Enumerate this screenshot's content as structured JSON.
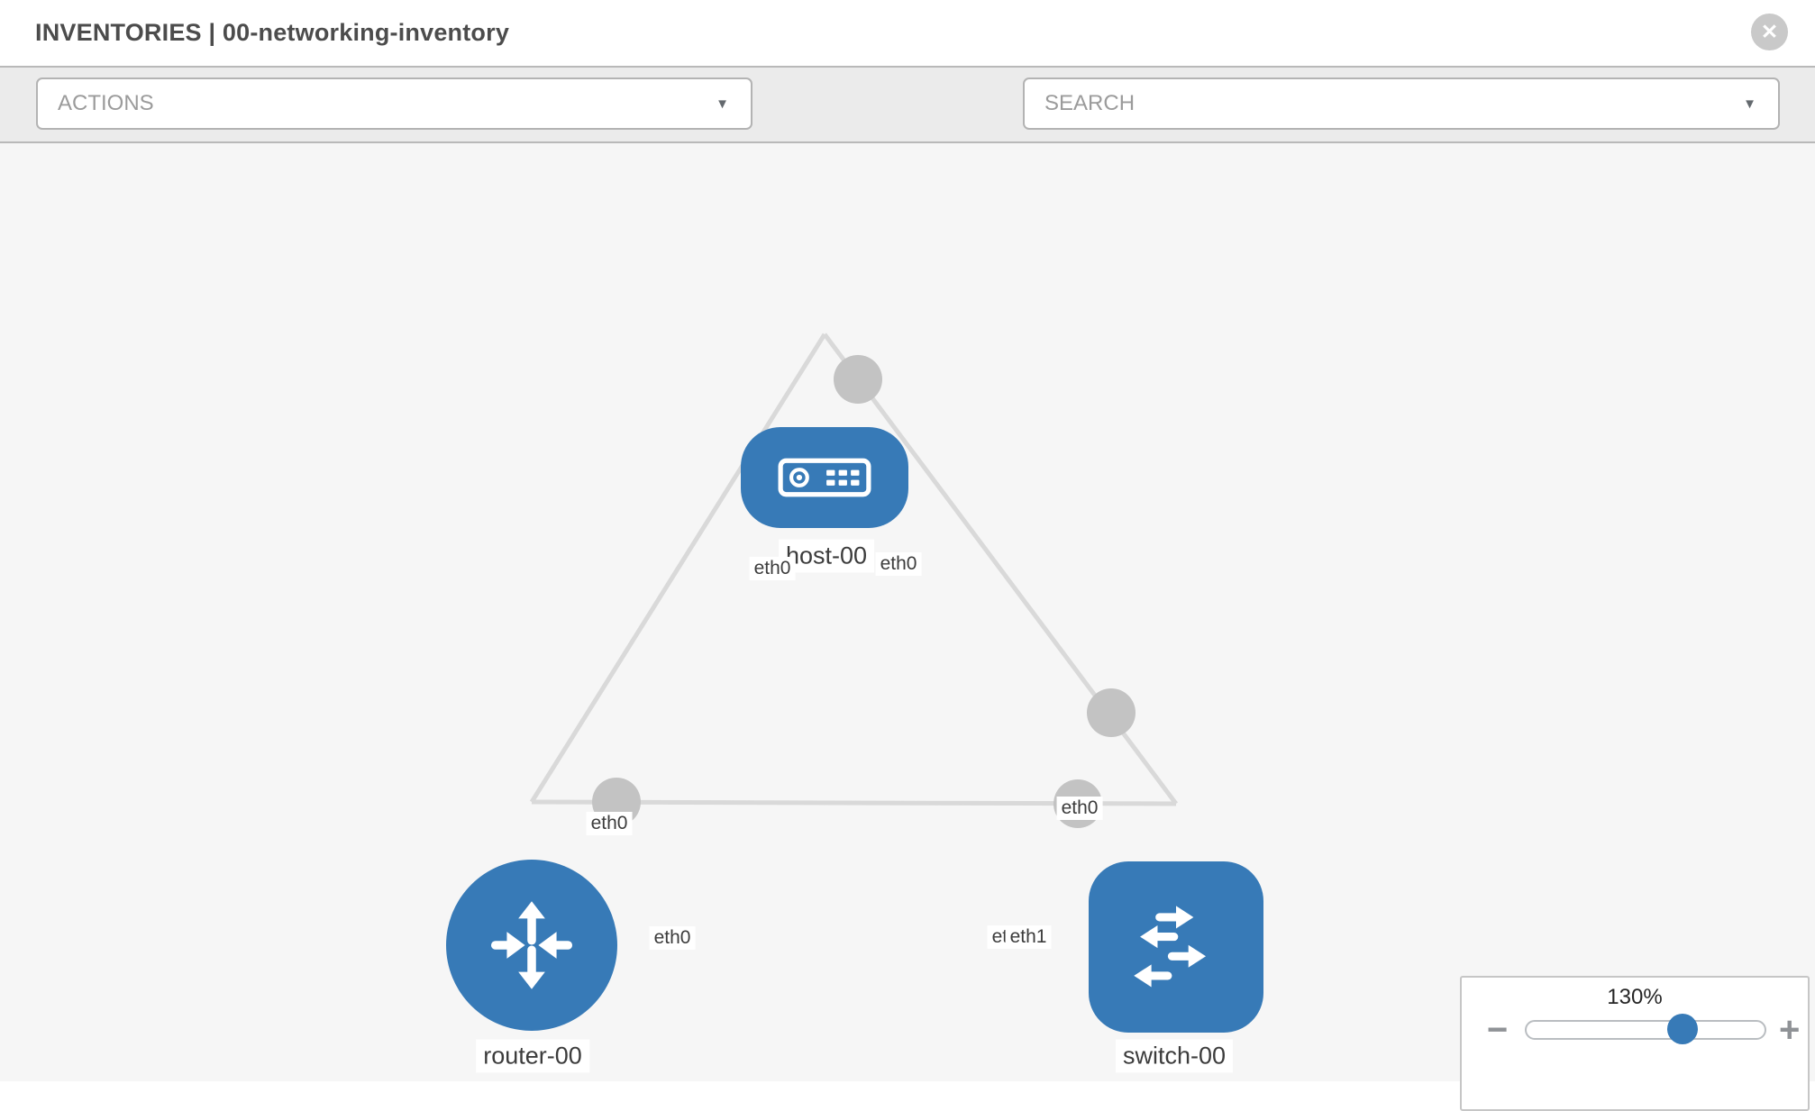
{
  "header": {
    "title": "INVENTORIES | 00-networking-inventory"
  },
  "icons": {
    "caret": "▼",
    "close": "✕",
    "minus": "−",
    "plus": "+"
  },
  "toolbar": {
    "actions_label": "ACTIONS",
    "search_label": "SEARCH"
  },
  "topology": {
    "nodes": {
      "host": {
        "label": "host-00",
        "type": "host"
      },
      "router": {
        "label": "router-00",
        "type": "router"
      },
      "switch": {
        "label": "switch-00",
        "type": "switch"
      }
    },
    "links": [
      {
        "from": "host-00",
        "to": "router-00",
        "from_interface": "eth0",
        "to_interface": "eth0"
      },
      {
        "from": "host-00",
        "to": "switch-00",
        "from_interface": "eth0",
        "to_interface": "eth0"
      },
      {
        "from": "router-00",
        "to": "switch-00",
        "from_interface": "eth0",
        "to_interface": "eth1",
        "to_interface_overlapped": "eth0"
      }
    ]
  },
  "zoom_control": {
    "level": "130%"
  },
  "colors": {
    "node_blue": "#377AB7",
    "link_gray": "#D9D9D9",
    "connector_gray": "#C3C3C3",
    "toolbar_bg": "#EBEBEB",
    "canvas_bg": "#F6F6F6"
  }
}
